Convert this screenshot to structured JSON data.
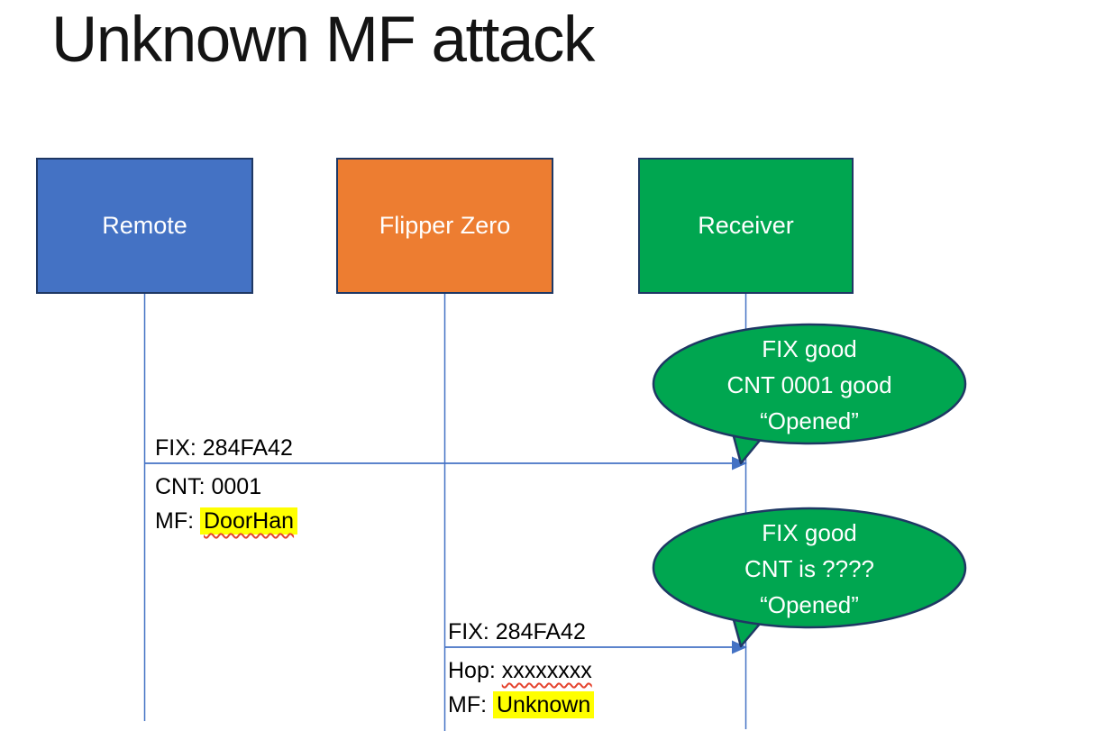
{
  "title": "Unknown MF attack",
  "colors": {
    "actor_blue": "#4472C4",
    "actor_orange": "#ED7D31",
    "actor_green": "#00A650",
    "border_navy": "#1F3864",
    "connector_blue": "#4472C4",
    "bubble_green": "#00A650",
    "highlight_yellow": "#FFFF00",
    "squiggle_red": "#E5432E",
    "text_white": "#FFFFFF",
    "text_black": "#000000"
  },
  "actors": [
    {
      "label": "Remote"
    },
    {
      "label": "Flipper Zero"
    },
    {
      "label": "Receiver"
    }
  ],
  "messages": [
    {
      "from": "Remote",
      "to": "Receiver",
      "above": "FIX: 284FA42",
      "below1": "CNT: 0001",
      "below2_prefix": "MF: ",
      "below2_word": "DoorHan"
    },
    {
      "from": "Flipper Zero",
      "to": "Receiver",
      "above": "FIX: 284FA42",
      "below1_prefix": "Hop: ",
      "below1_word": "xxxxxxxx",
      "below2_prefix": "MF: ",
      "below2_word": "Unknown"
    }
  ],
  "callouts": [
    {
      "lines": [
        "FIX good",
        "CNT 0001 good",
        "“Opened”"
      ]
    },
    {
      "lines": [
        "FIX good",
        "CNT is ????",
        "“Opened”"
      ]
    }
  ]
}
